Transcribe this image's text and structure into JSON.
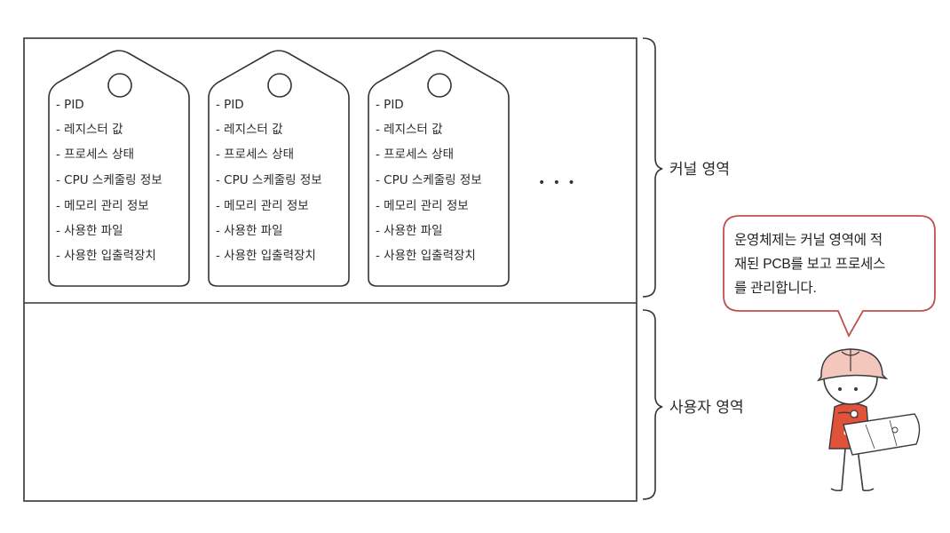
{
  "tags": [
    {
      "items": [
        "PID",
        "레지스터 값",
        "프로세스 상태",
        "CPU 스케줄링 정보",
        "메모리 관리 정보",
        "사용한 파일",
        "사용한 입출력장치"
      ]
    },
    {
      "items": [
        "PID",
        "레지스터 값",
        "프로세스 상태",
        "CPU 스케줄링 정보",
        "메모리 관리 정보",
        "사용한 파일",
        "사용한 입출력장치"
      ]
    },
    {
      "items": [
        "PID",
        "레지스터 값",
        "프로세스 상태",
        "CPU 스케줄링 정보",
        "메모리 관리 정보",
        "사용한 파일",
        "사용한 입출력장치"
      ]
    }
  ],
  "ellipsis": "• • •",
  "regions": {
    "kernel_label": "커널 영역",
    "user_label": "사용자 영역"
  },
  "speech_bubble": {
    "lines": [
      "운영체제는 커널 영역에 적",
      "재된 PCB를 보고 프로세스",
      "를 관리합니다."
    ]
  },
  "colors": {
    "bubble_border": "#c0504d",
    "helmet": "#f4c7bd",
    "shirt": "#e0523a",
    "outline": "#3a3a3a"
  }
}
